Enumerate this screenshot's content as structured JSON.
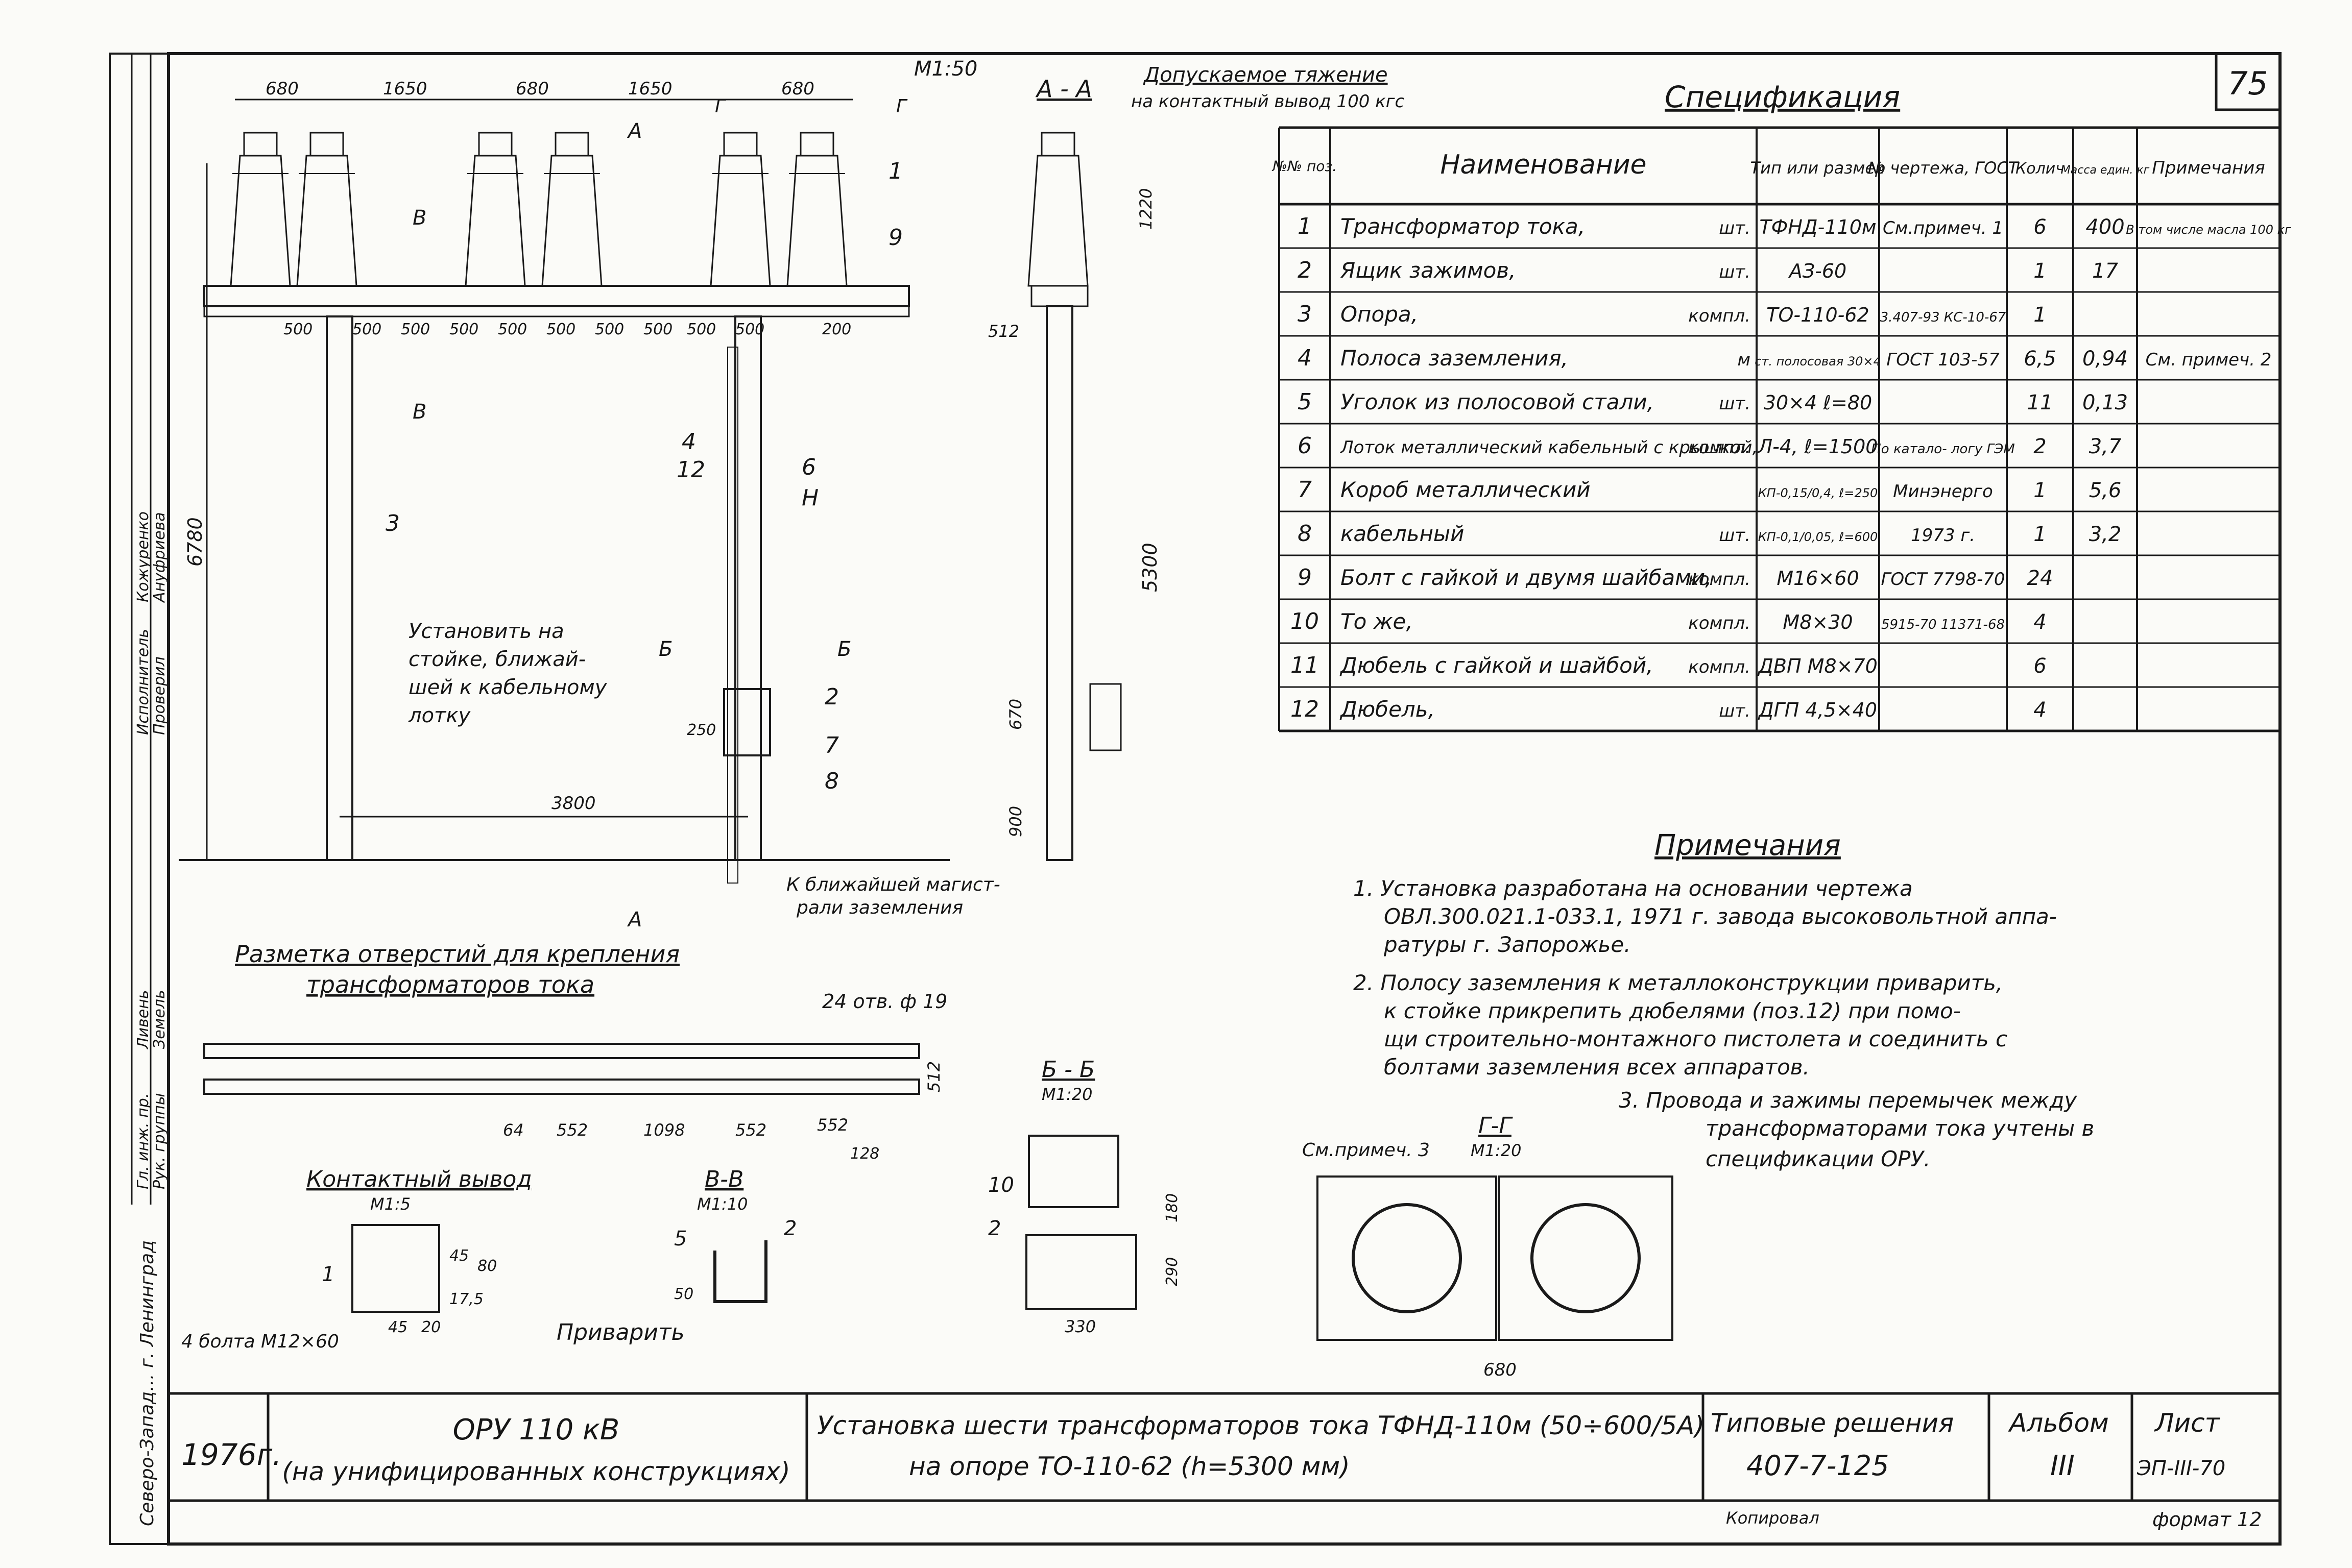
{
  "sheet_number": "75",
  "scale_main": "М1:50",
  "drawing": {
    "dims_top": [
      "680",
      "1650",
      "680",
      "1650",
      "680"
    ],
    "dims_rail": [
      "500",
      "500",
      "500",
      "500",
      "500",
      "500",
      "500",
      "500",
      "500",
      "500",
      "200"
    ],
    "height_total": "6780",
    "height_support": "5300",
    "dim_bottom_span": "3800",
    "dim_box_height": "250",
    "section_labels": {
      "a": "А",
      "b": "Б",
      "v": "В",
      "g": "Г"
    },
    "callouts": {
      "c1": "1",
      "c9": "9",
      "c3": "3",
      "c4": "4",
      "c12": "12",
      "c6": "6",
      "cH": "Н",
      "c2": "2",
      "c7": "7",
      "c8": "8"
    },
    "install_note": [
      "Установить на",
      "стойке, ближай-",
      "шей к кабельному",
      "лотку"
    ],
    "section_aa": {
      "title": "А - А",
      "dim_top": "1220",
      "dim_512": "512",
      "dim_670": "670",
      "dim_900": "900"
    },
    "tension": [
      "Допускаемое тяжение",
      "на контактный вывод 100 кгс"
    ],
    "ground_note": [
      "К ближайшей магист-",
      "рали заземления"
    ]
  },
  "holes": {
    "title": [
      "Разметка отверстий для крепления",
      "трансформаторов тока"
    ],
    "holes_label": "24 отв. ф 19",
    "dims": [
      "64",
      "552",
      "1098",
      "552",
      "552"
    ],
    "dim_128": "128",
    "dim_512": "512"
  },
  "contact": {
    "title": "Контактный вывод",
    "scale": "М1:5",
    "dims": [
      "45",
      "80",
      "17,5",
      "45",
      "20"
    ],
    "bolts": "4 болта М12×60",
    "callout": "1"
  },
  "section_vv": {
    "title": "В-В",
    "scale": "М1:10",
    "callouts": [
      "5",
      "2"
    ],
    "dim": "50",
    "weld": "Приварить"
  },
  "section_bb": {
    "title": "Б - Б",
    "scale": "М1:20",
    "callouts": [
      "10",
      "2"
    ],
    "dims": [
      "180",
      "290",
      "330"
    ]
  },
  "section_gg": {
    "title": "Г-Г",
    "scale": "М1:20",
    "note": "См.примеч. 3",
    "dim": "680"
  },
  "spec": {
    "title": "Спецификация",
    "headers": [
      "№№ поз.",
      "Наименование",
      "Тип или размер",
      "№ чертежа, ГОСТ",
      "Колич",
      "Масса един. кг",
      "Примечания"
    ],
    "rows": [
      {
        "pos": "1",
        "name": "Трансформатор тока,",
        "unit": "шт.",
        "type": "ТФНД-110м",
        "gost": "См.примеч. 1",
        "qty": "6",
        "mass": "400",
        "note": "В том числе масла 100 кг"
      },
      {
        "pos": "2",
        "name": "Ящик зажимов,",
        "unit": "шт.",
        "type": "АЗ-60",
        "gost": "",
        "qty": "1",
        "mass": "17",
        "note": ""
      },
      {
        "pos": "3",
        "name": "Опора,",
        "unit": "компл.",
        "type": "ТО-110-62",
        "gost": "3.407-93 КС-10-67",
        "qty": "1",
        "mass": "",
        "note": ""
      },
      {
        "pos": "4",
        "name": "Полоса заземления,",
        "unit": "м",
        "type": "ст. полосовая 30×4",
        "gost": "ГОСТ 103-57",
        "qty": "6,5",
        "mass": "0,94",
        "note": "См. примеч. 2"
      },
      {
        "pos": "5",
        "name": "Уголок из полосовой стали,",
        "unit": "шт.",
        "type": "30×4 ℓ=80",
        "gost": "",
        "qty": "11",
        "mass": "0,13",
        "note": ""
      },
      {
        "pos": "6",
        "name": "Лоток металлический кабельный с крышкой,",
        "unit": "компл.",
        "type": "Л-4, ℓ=1500",
        "gost": "По катало- логу ГЭМ",
        "qty": "2",
        "mass": "3,7",
        "note": ""
      },
      {
        "pos": "7",
        "name": "Короб металлический",
        "unit": "",
        "type": "КП-0,15/0,4, ℓ=250",
        "gost": "Минэнерго",
        "qty": "1",
        "mass": "5,6",
        "note": ""
      },
      {
        "pos": "8",
        "name": "кабельный",
        "unit": "шт.",
        "type": "КП-0,1/0,05, ℓ=600",
        "gost": "1973 г.",
        "qty": "1",
        "mass": "3,2",
        "note": ""
      },
      {
        "pos": "9",
        "name": "Болт с гайкой и двумя шайбами,",
        "unit": "компл.",
        "type": "М16×60",
        "gost": "ГОСТ 7798-70",
        "qty": "24",
        "mass": "",
        "note": ""
      },
      {
        "pos": "10",
        "name": "То же,",
        "unit": "компл.",
        "type": "М8×30",
        "gost": "5915-70 11371-68",
        "qty": "4",
        "mass": "",
        "note": ""
      },
      {
        "pos": "11",
        "name": "Дюбель с гайкой и шайбой,",
        "unit": "компл.",
        "type": "ДВП М8×70",
        "gost": "",
        "qty": "6",
        "mass": "",
        "note": ""
      },
      {
        "pos": "12",
        "name": "Дюбель,",
        "unit": "шт.",
        "type": "ДГП 4,5×40",
        "gost": "",
        "qty": "4",
        "mass": "",
        "note": ""
      }
    ]
  },
  "notes": {
    "title": "Примечания",
    "lines": [
      "1. Установка разработана на основании чертежа",
      "ОВЛ.300.021.1-033.1, 1971 г. завода высоковольтной аппа-",
      "ратуры г. Запорожье.",
      "2. Полосу заземления к металлоконструкции приварить,",
      "к стойке прикрепить дюбелями (поз.12) при помо-",
      "щи строительно-монтажного пистолета и соединить с",
      "болтами заземления всех аппаратов.",
      "3. Провода и зажимы перемычек между",
      "трансформаторами тока учтены в",
      "спецификации ОРУ."
    ]
  },
  "left_stamp": {
    "roles": [
      "Исполнитель",
      "Проверил",
      "Гл. инж. пр.",
      "Рук. группы"
    ],
    "names": [
      "Кожуренко",
      "Ануфриева",
      "Ливень",
      "Земель"
    ],
    "org": "Северо-Запад... г. Ленинград"
  },
  "title_block": {
    "year": "1976г.",
    "object": [
      "ОРУ 110 кВ",
      "(на унифицированных конструкциях)"
    ],
    "title": [
      "Установка шести трансформаторов тока ТФНД-110м (50÷600/5А)",
      "на опоре ТО-110-62     (h=5300 мм)"
    ],
    "series_label": "Типовые решения",
    "series": "407-7-125",
    "album_label": "Альбом",
    "album": "III",
    "sheet_label": "Лист",
    "sheet": "ЭП-III-70",
    "copied": "Копировал",
    "format": "формат 12"
  }
}
